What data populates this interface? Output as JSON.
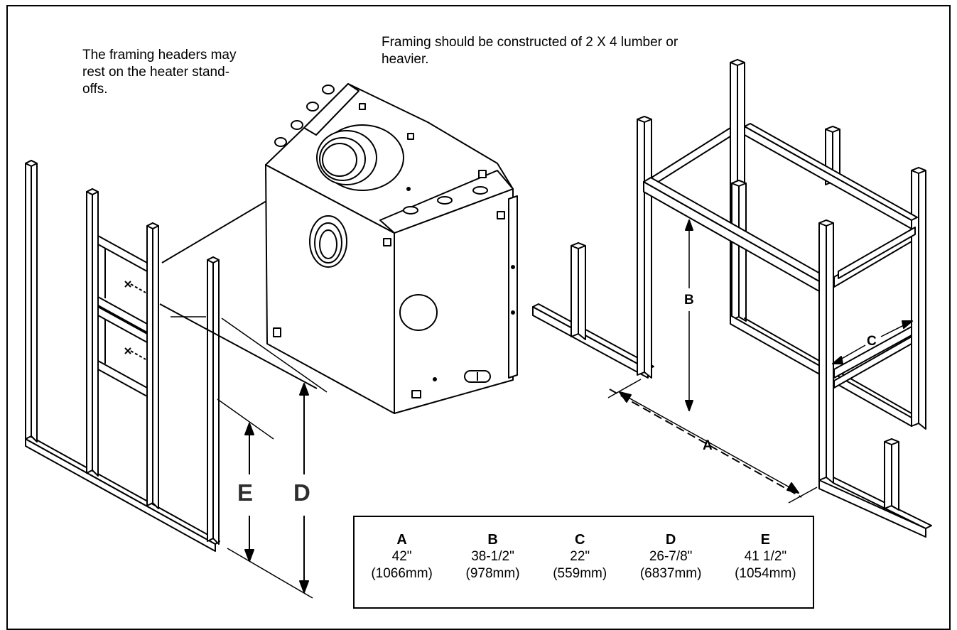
{
  "notes": {
    "left": "The framing headers may rest on the heater stand-offs.",
    "top": "Framing should be constructed of 2 X 4 lumber or heavier."
  },
  "dimension_labels": {
    "a": "A",
    "b": "B",
    "c": "C",
    "d": "D",
    "e": "E"
  },
  "table": {
    "a": {
      "key": "A",
      "inches": "42\"",
      "mm": "(1066mm)"
    },
    "b": {
      "key": "B",
      "inches": "38-1/2\"",
      "mm": "(978mm)"
    },
    "c": {
      "key": "C",
      "inches": "22\"",
      "mm": "(559mm)"
    },
    "d": {
      "key": "D",
      "inches": "26-7/8\"",
      "mm": "(6837mm)"
    },
    "e": {
      "key": "E",
      "inches": "41 1/2\"",
      "mm": "(1054mm)"
    }
  }
}
